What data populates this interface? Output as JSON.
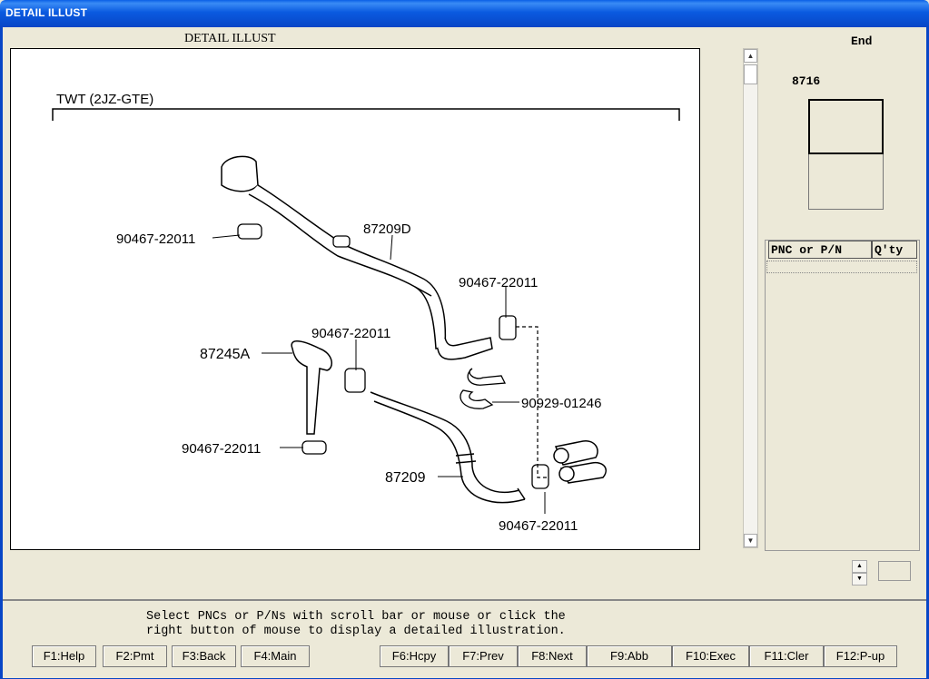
{
  "window": {
    "title": "DETAIL ILLUST"
  },
  "illustration": {
    "heading": "DETAIL ILLUST",
    "variant_label": "TWT (2JZ-GTE)",
    "callouts": [
      "90467-22011",
      "87209D",
      "90467-22011",
      "90467-22011",
      "87245A",
      "90929-01246",
      "90467-22011",
      "87209",
      "90467-22011"
    ]
  },
  "side_panel": {
    "end_label": "End",
    "pnc_code": "8716",
    "table_headers": [
      "PNC or P/N",
      "Q'ty"
    ]
  },
  "message": {
    "line1": "Select PNCs or P/Ns with scroll bar or mouse or click the",
    "line2": "right button of mouse to display a detailed illustration."
  },
  "function_keys": [
    "F1:Help",
    "F2:Pmt",
    "F3:Back",
    "F4:Main",
    "F6:Hcpy",
    "F7:Prev",
    "F8:Next",
    "F9:Abb",
    "F10:Exec",
    "F11:Cler",
    "F12:P-up"
  ],
  "colors": {
    "title_bar": "#0a5ae0",
    "window_bg": "#ece9d8"
  }
}
